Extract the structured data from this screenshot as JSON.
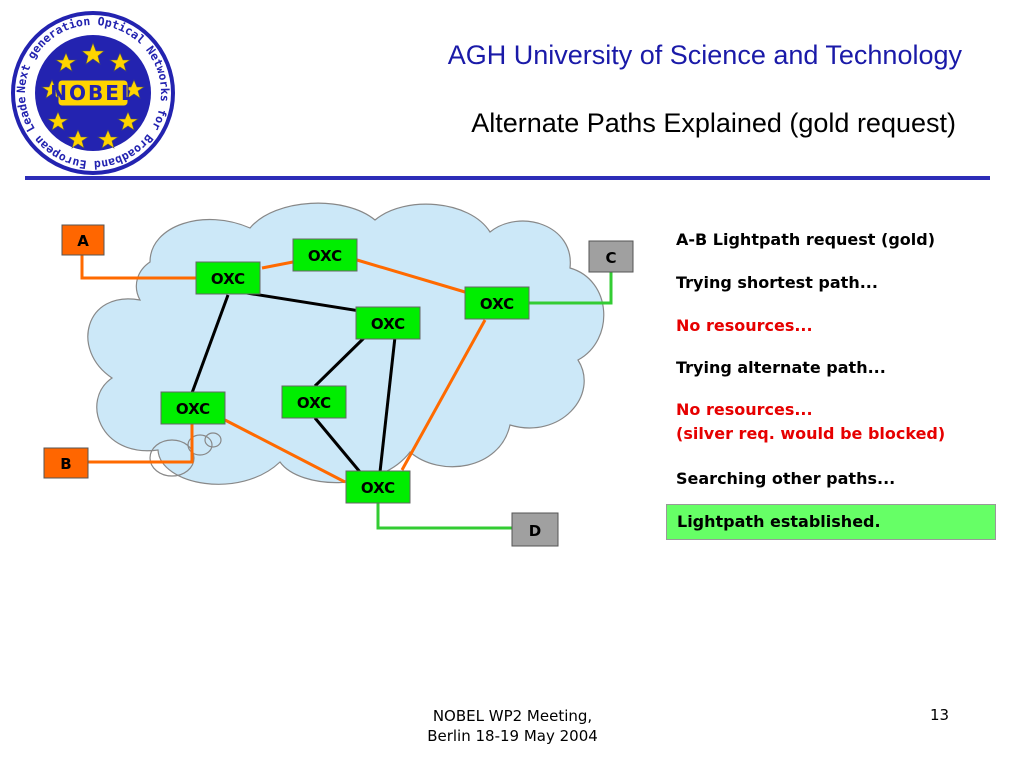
{
  "header": {
    "university": "AGH University of Science and Technology",
    "slide_title": "Alternate Paths Explained (gold request)"
  },
  "logo": {
    "center_text": "NOBEL",
    "ring_text": "Next generation Optical Networks for Broadband European Leadership"
  },
  "diagram": {
    "node_label": "OXC",
    "terminals": {
      "a": "A",
      "b": "B",
      "c": "C",
      "d": "D"
    }
  },
  "steps": [
    {
      "lines": [
        "A-B Lightpath request (gold)"
      ],
      "style": "black"
    },
    {
      "lines": [
        "Trying shortest path..."
      ],
      "style": "black"
    },
    {
      "lines": [
        "No resources..."
      ],
      "style": "red"
    },
    {
      "lines": [
        "Trying alternate path..."
      ],
      "style": "black"
    },
    {
      "lines": [
        "No resources...",
        "(silver req. would be blocked)"
      ],
      "style": "red"
    },
    {
      "lines": [
        "Searching other paths..."
      ],
      "style": "black"
    },
    {
      "lines": [
        "Lightpath established."
      ],
      "style": "highlight"
    }
  ],
  "footer": {
    "meeting": "NOBEL WP2 Meeting,",
    "location_date": "Berlin 18-19 May 2004",
    "page_number": "13"
  },
  "colors": {
    "title_blue": "#1a1aa8",
    "divider": "#2d2db8",
    "cloud": "#cce8f8",
    "node_green": "#00ee00",
    "terminal_red": "#ff6600",
    "terminal_gray": "#a0a0a0",
    "link_black": "#000000",
    "link_orange": "#ff6a00",
    "link_green": "#33cc33",
    "text_red": "#e60000",
    "highlight": "#66ff66"
  }
}
